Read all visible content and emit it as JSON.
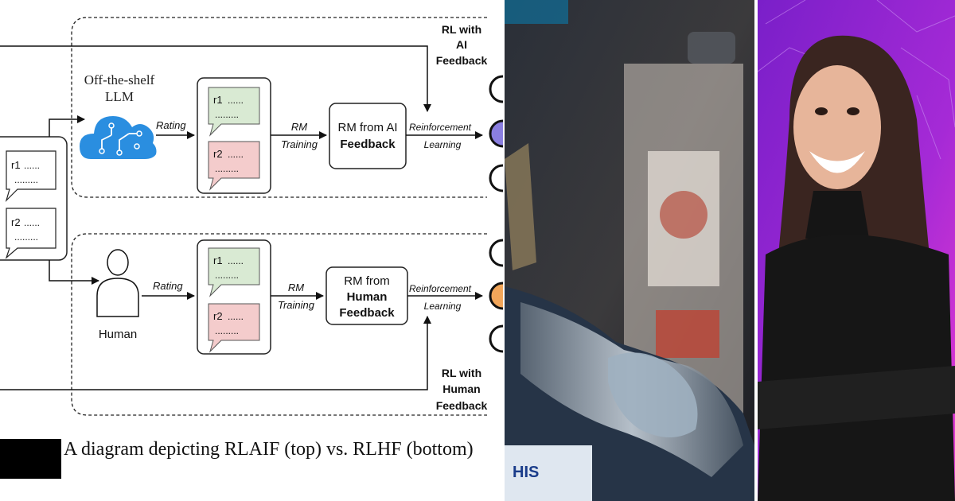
{
  "diagram": {
    "caption": "A diagram depicting RLAIF (top) vs. RLHF (bottom)",
    "top": {
      "source_label_1": "Off-the-shelf",
      "source_label_2": "LLM",
      "rating_label": "Rating",
      "rm_training_1": "RM",
      "rm_training_2": "Training",
      "rm_box_1": "RM from AI",
      "rm_box_2": "Feedback",
      "rl_label_1": "Reinforcement",
      "rl_label_2": "Learning",
      "loop_label_1": "RL with",
      "loop_label_2": "AI",
      "loop_label_3": "Feedback"
    },
    "bottom": {
      "source_label": "Human",
      "rating_label": "Rating",
      "rm_training_1": "RM",
      "rm_training_2": "Training",
      "rm_box_1": "RM from",
      "rm_box_2": "Human",
      "rm_box_3": "Feedback",
      "rl_label_1": "Reinforcement",
      "rl_label_2": "Learning",
      "loop_label_1": "RL with",
      "loop_label_2": "Human",
      "loop_label_3": "Feedback"
    },
    "responses": {
      "r1": "r1",
      "r2": "r2",
      "dots": "......",
      "dots_long": "........."
    }
  },
  "colors": {
    "r1_fill": "#d9ead3",
    "r2_fill": "#f4cccc",
    "cloud": "#2a8ee0",
    "purple_circle": "#8a7ee0",
    "orange_circle": "#f2a65a"
  },
  "photos": {
    "robot": "robot-hand-photo",
    "person": "smiling-woman-photo"
  }
}
